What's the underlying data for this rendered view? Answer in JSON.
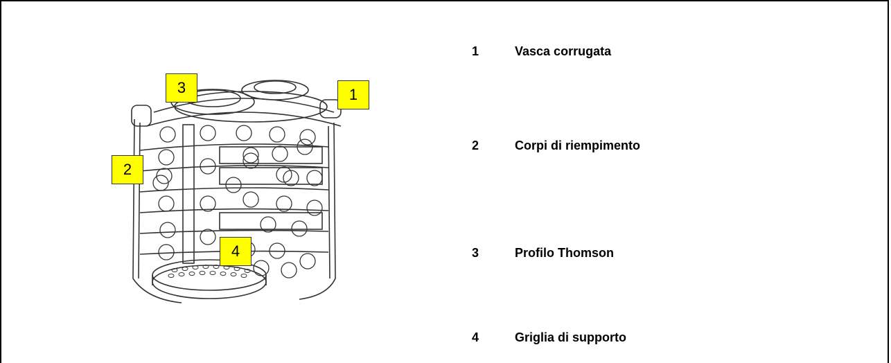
{
  "callouts": [
    {
      "id": "1",
      "label": "1"
    },
    {
      "id": "2",
      "label": "2"
    },
    {
      "id": "3",
      "label": "3"
    },
    {
      "id": "4",
      "label": "4"
    }
  ],
  "legend": [
    {
      "number": "1",
      "text": "Vasca corrugata"
    },
    {
      "number": "2",
      "text": "Corpi di riempimento"
    },
    {
      "number": "3",
      "text": "Profilo Thomson"
    },
    {
      "number": "4",
      "text": "Griglia di supporto"
    }
  ],
  "colors": {
    "callout_fill": "#ffff00",
    "line": "#333333",
    "frame": "#000000"
  }
}
